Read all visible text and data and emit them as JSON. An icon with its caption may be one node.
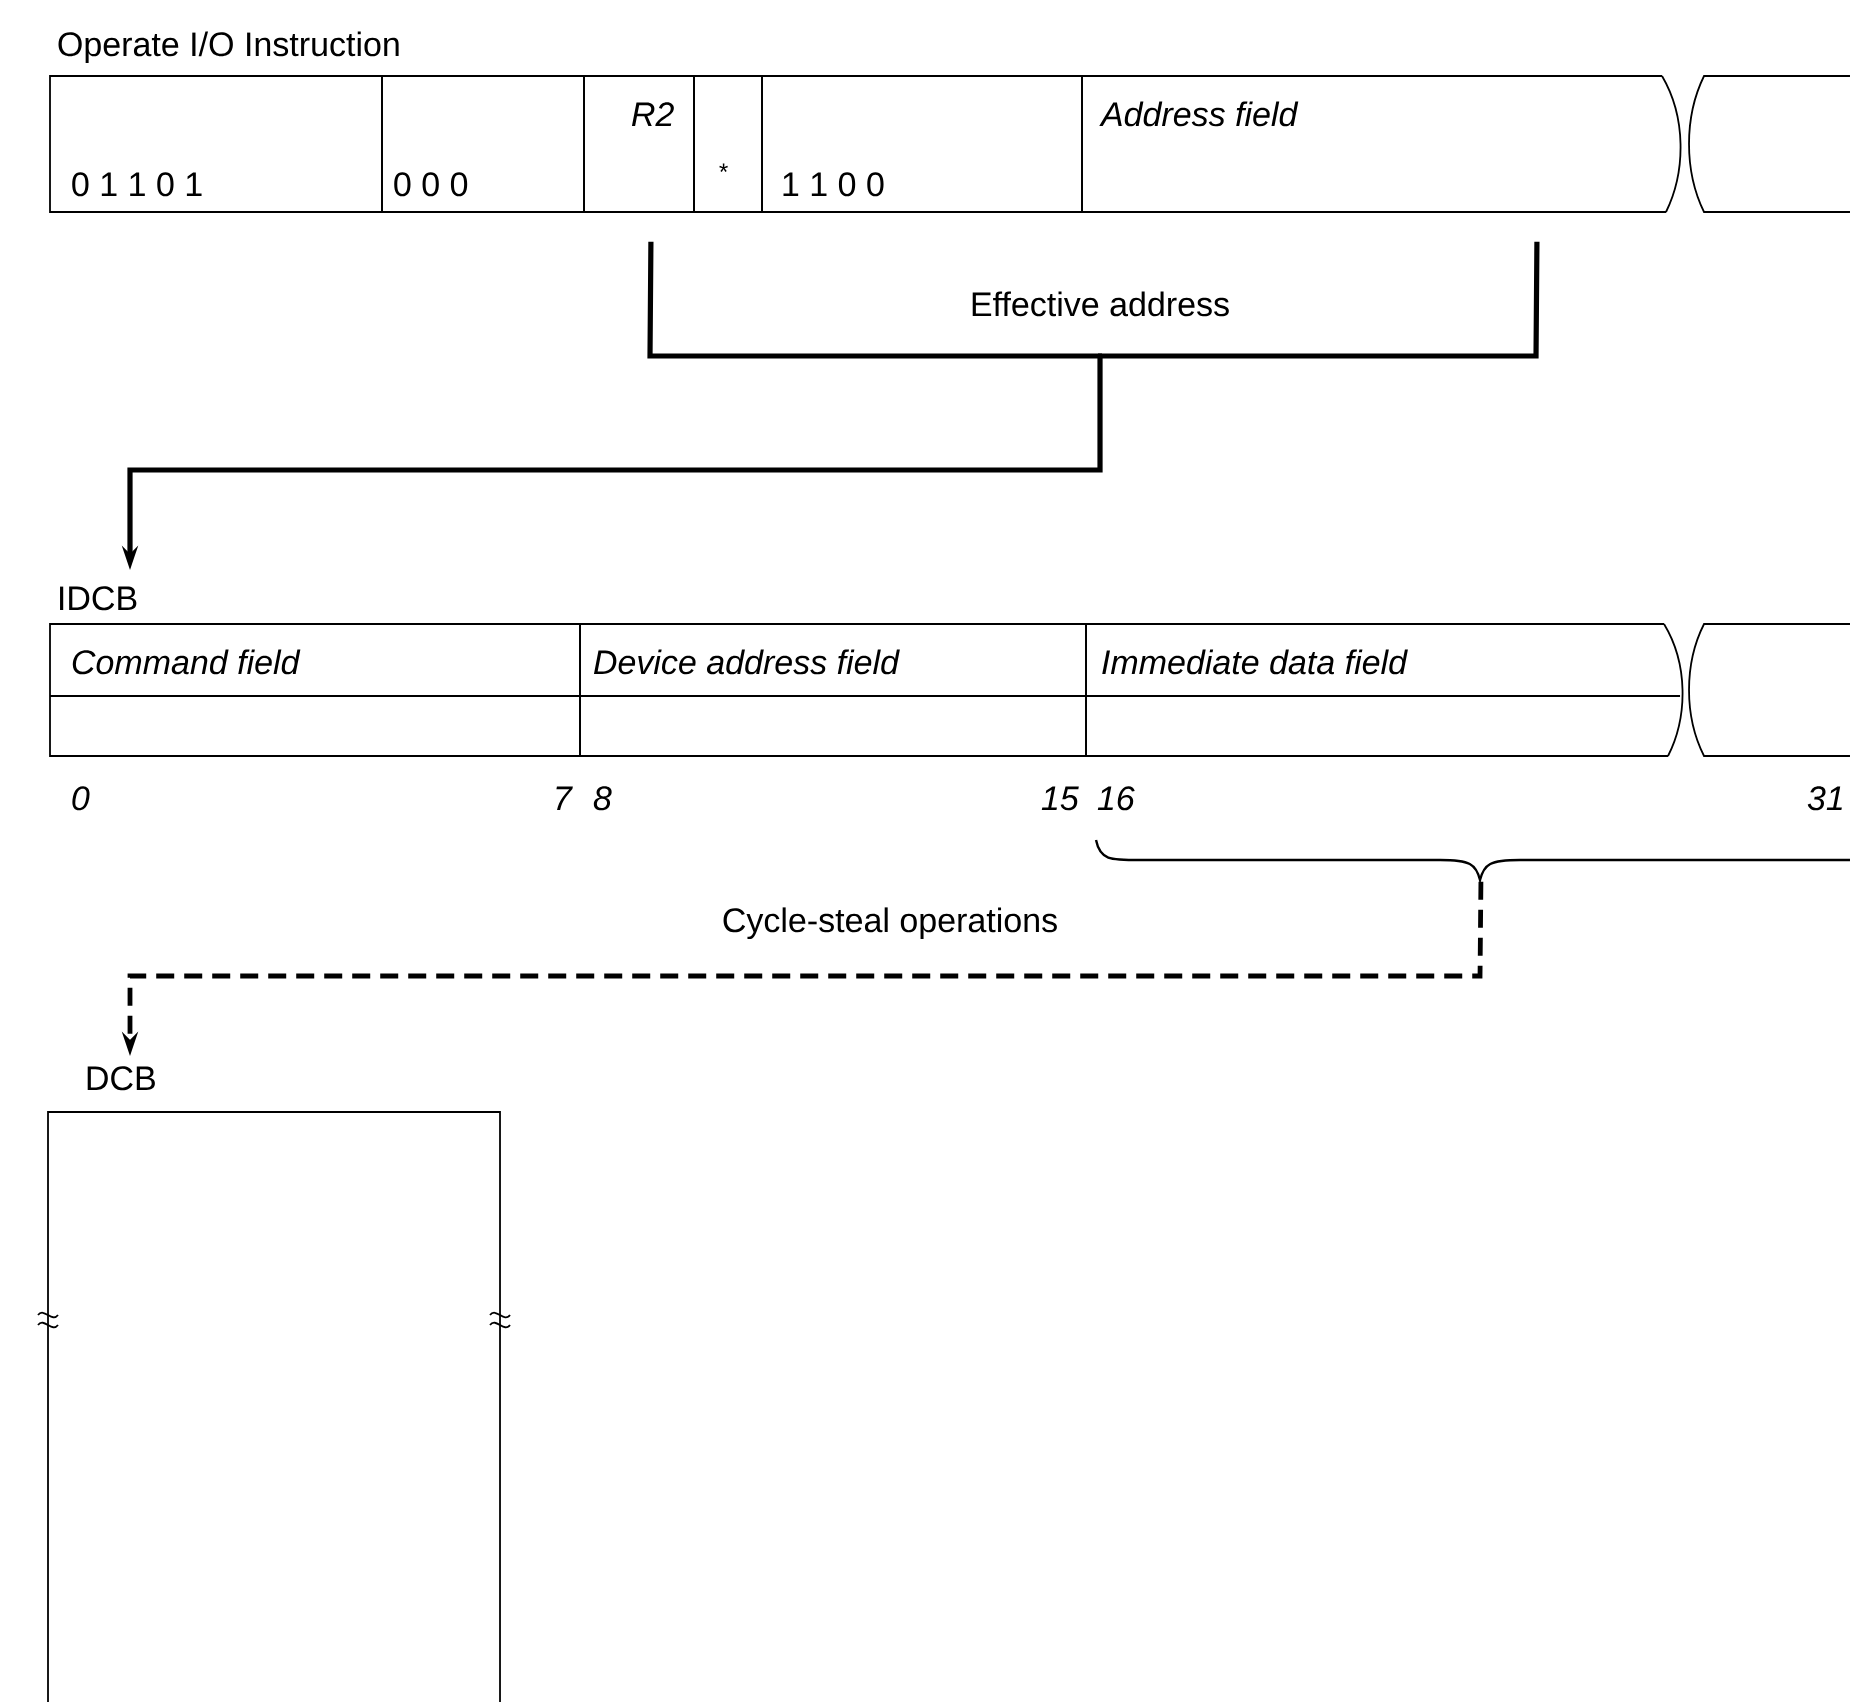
{
  "diagram": {
    "nodes": [
      {
        "text": [
          "Operate I/O Instruction"
        ]
      },
      {
        "text": [
          "0 1 1 0 1"
        ],
        "in": 0
      },
      {
        "text": [
          "0 0 0"
        ],
        "in": 0
      },
      {
        "text": [
          "R2"
        ],
        "in": 0
      },
      {
        "text": [
          "*"
        ],
        "in": 0
      },
      {
        "text": [
          "1 1 0 0"
        ],
        "in": 0
      },
      {
        "text": [
          "Address field"
        ],
        "in": 0
      },
      {
        "text": [
          "IDCB"
        ]
      },
      {
        "text": [
          "Command field"
        ],
        "in": 7
      },
      {
        "text": [
          "Device address field"
        ],
        "in": 7
      },
      {
        "text": [
          "Immediate data field"
        ],
        "in": 7
      },
      {
        "text": [
          "DCB"
        ]
      }
    ],
    "edges": [
      {
        "from": 3,
        "to": 7,
        "arrow": "to",
        "label": "Effective address"
      },
      {
        "from": 6,
        "to": 7,
        "arrow": "to"
      },
      {
        "from": 10,
        "to": 11,
        "arrow": "to",
        "label": "Cycle-steal operations",
        "style": "dashed"
      }
    ],
    "labels": [
      "0",
      "7",
      "8",
      "15",
      "16",
      "31"
    ]
  }
}
